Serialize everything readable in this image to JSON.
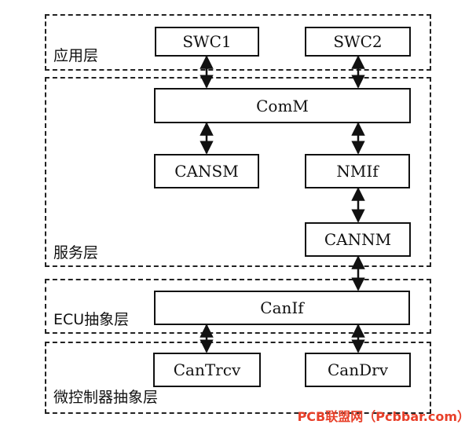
{
  "layers": {
    "application": "应用层",
    "service": "服务层",
    "ecu_abstraction": "ECU抽象层",
    "microcontroller_abstraction": "微控制器抽象层"
  },
  "modules": {
    "swc1": "SWC1",
    "swc2": "SWC2",
    "comm": "ComM",
    "cansm": "CANSM",
    "nmif": "NMIf",
    "cannm": "CANNM",
    "canif": "CanIf",
    "cantrcv": "CanTrcv",
    "candrv": "CanDrv"
  },
  "watermark": {
    "text": "PCB联盟网（Pcbbar.com）",
    "color": "#e8402a"
  }
}
